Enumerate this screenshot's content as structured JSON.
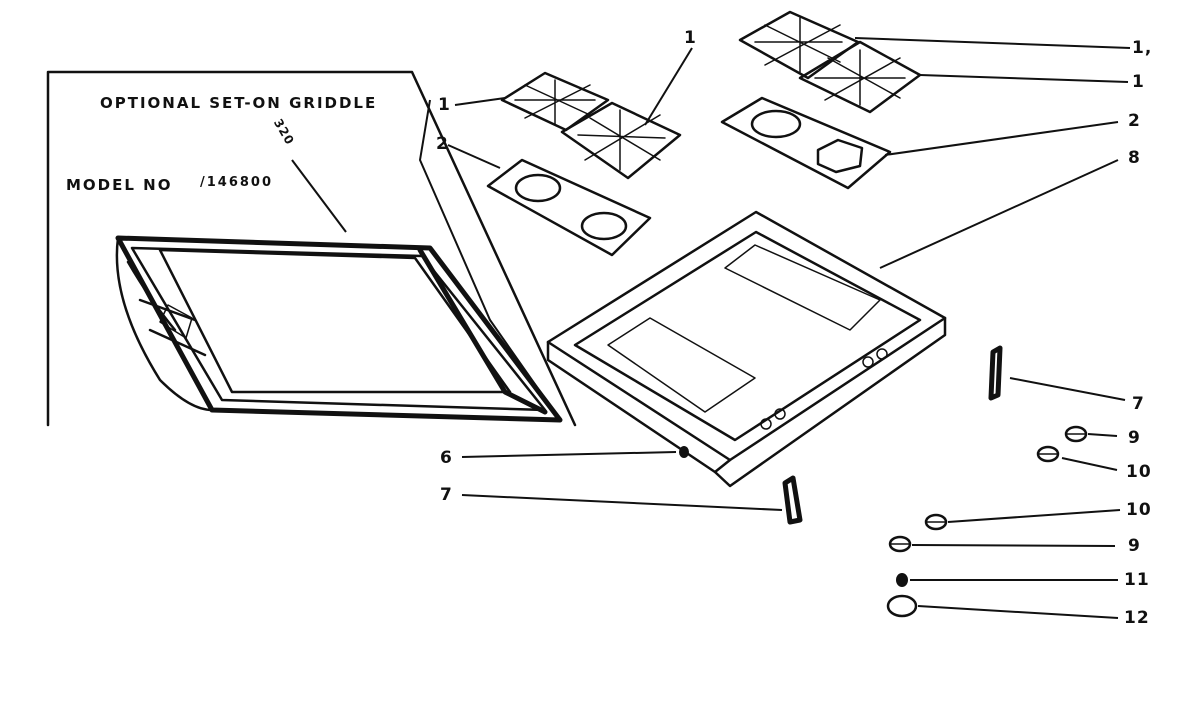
{
  "inset": {
    "title": "OPTIONAL SET-ON GRIDDLE",
    "model_label": "MODEL NO",
    "model_number": "/146800",
    "griddle_callout": "320"
  },
  "callouts": {
    "grate_left_a": "1",
    "grate_left_b": "1",
    "grate_right_a": "1,",
    "grate_right_b": "1",
    "burner_bowl_left": "2",
    "burner_bowl_right": "2",
    "top_frame": "8",
    "bracket_right": "7",
    "bracket_left": "7",
    "screw": "6",
    "nut_a": "9",
    "washer_a": "10",
    "washer_b": "10",
    "nut_b": "9",
    "spacer": "11",
    "foot": "12"
  }
}
